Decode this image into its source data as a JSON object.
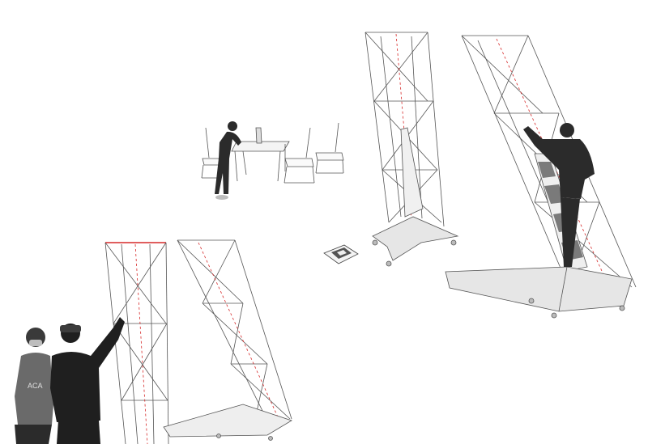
{
  "scene": {
    "background": "#ffffff",
    "line_color": "#555555",
    "accent_line_color": "#d62828",
    "base_fill": "#e6e6e6",
    "person_fill": "#2b2b2b",
    "band_fill": "#7a7a7a"
  },
  "elements": {
    "table_group": "table-and-chairs-sketch",
    "towers": [
      "tower-upright-center",
      "tower-leaning-right",
      "tower-left-pair-upright",
      "tower-left-pair-leaning"
    ],
    "marker": "qr-marker-icon",
    "people": [
      "person-at-table",
      "person-climbing-tower",
      "person-pointing",
      "person-watching"
    ]
  }
}
